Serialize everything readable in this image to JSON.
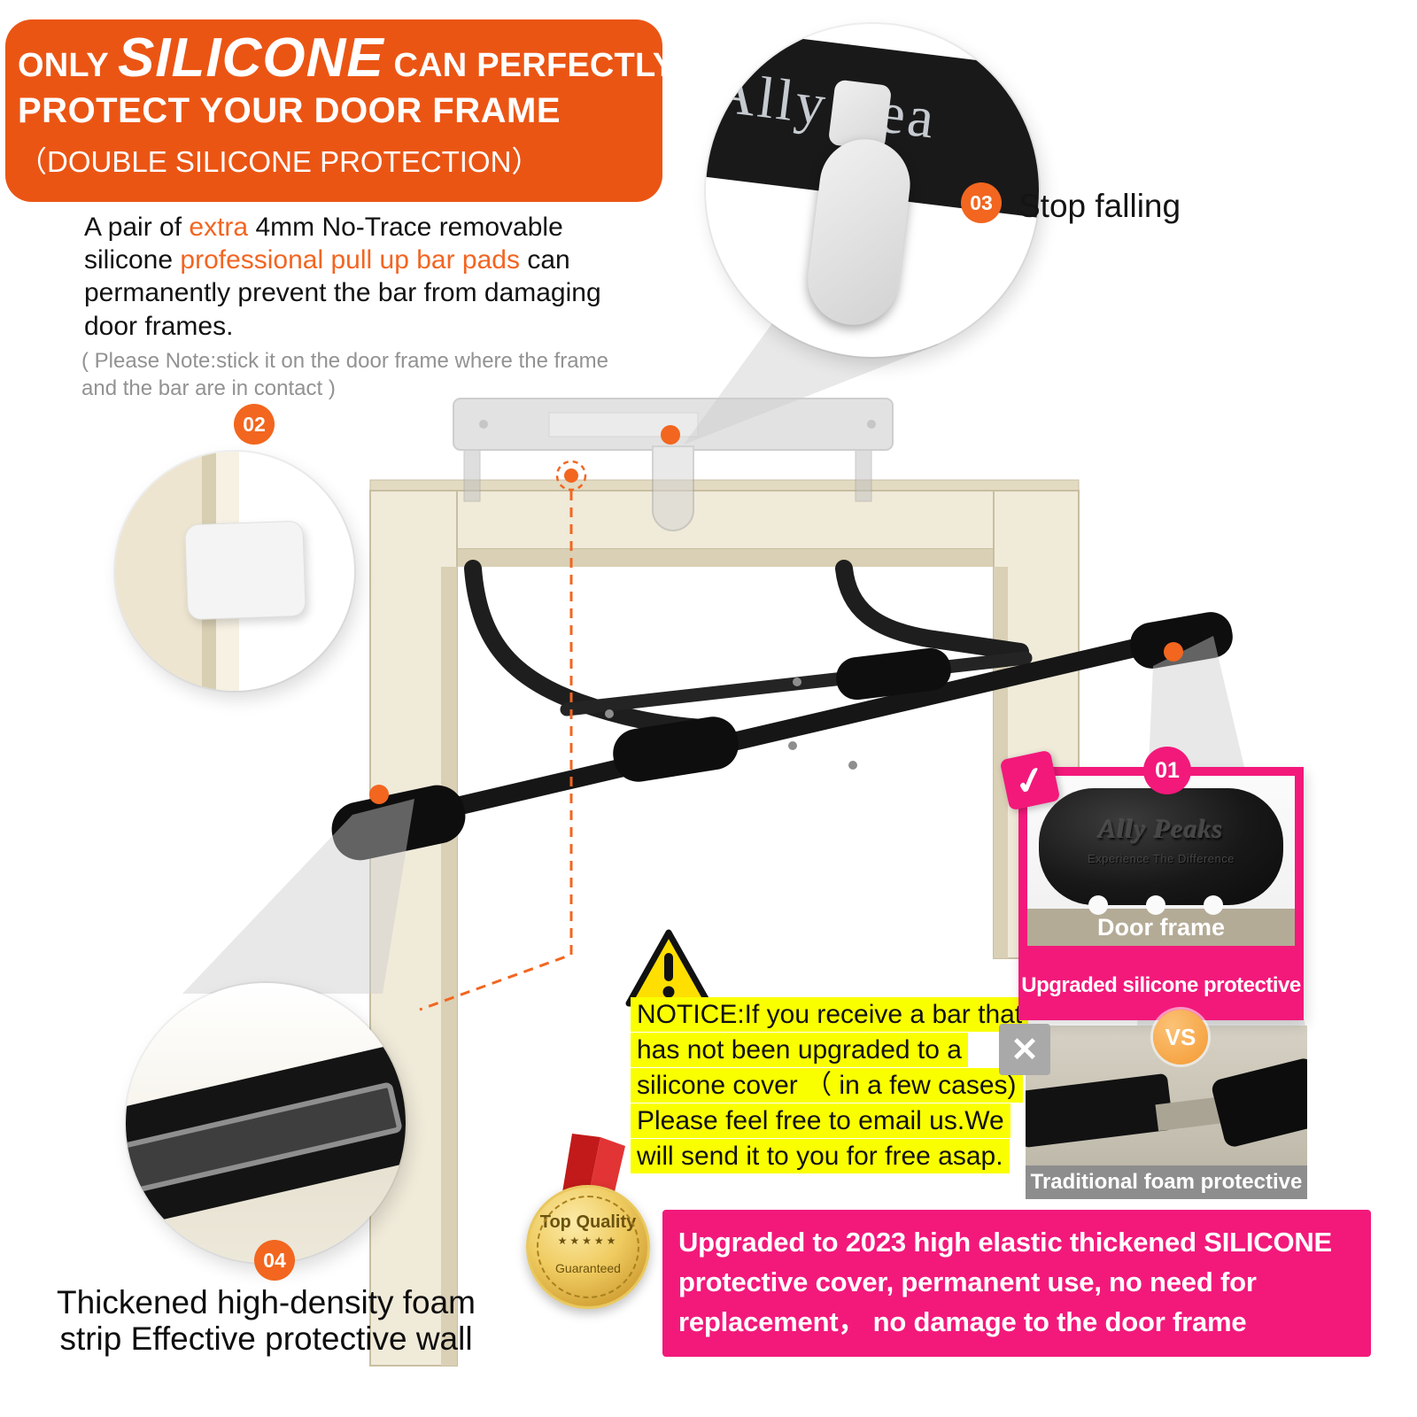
{
  "header": {
    "line1_pre": "ONLY ",
    "line1_em": "SILICONE",
    "line1_post": " CAN PERFECTLY",
    "line2": "PROTECT YOUR DOOR FRAME",
    "line3": "（DOUBLE SILICONE PROTECTION）"
  },
  "intro": {
    "seg1": "A pair of ",
    "seg2": "extra",
    "seg3": " 4mm No-Trace removable silicone ",
    "seg4": "professional pull up bar pads",
    "seg5": " can permanently prevent the bar from damaging door frames.",
    "note": "( Please Note:stick it on the door frame where the frame and the bar are in contact )"
  },
  "callout01": {
    "num": "01",
    "check": "✓",
    "grip_brand": "Ally Peaks",
    "grip_tagline": "Experience The Difference",
    "door_frame_label": "Door frame",
    "caption": "Upgraded silicone protective"
  },
  "callout02": {
    "num": "02"
  },
  "callout03": {
    "num": "03",
    "label": "Stop falling",
    "brand_crop": "Ally Pea"
  },
  "callout04": {
    "num": "04",
    "label_line1": "Thickened high-density foam",
    "label_line2": "strip Effective protective wall"
  },
  "vs_block": {
    "vs": "VS",
    "x": "✕",
    "caption": "Traditional foam protective"
  },
  "notice": {
    "lines": [
      "NOTICE:If you receive a bar that",
      "has not been upgraded to a",
      "silicone cover （ in a few cases)",
      "Please feel free to email us.We",
      "will send it to you for free asap."
    ]
  },
  "medal": {
    "top": "Top Quality",
    "stars": "★★★★★",
    "bottom": "Guaranteed"
  },
  "banner": {
    "line1": "Upgraded to 2023 high elastic thickened SILICONE",
    "line2": "protective cover, permanent use, no need for",
    "line3": "replacement，  no damage to the door frame"
  },
  "colors": {
    "orange": "#EB5514",
    "accent": "#F26522",
    "pink": "#F2197B",
    "highlight": "#FAFF00"
  }
}
